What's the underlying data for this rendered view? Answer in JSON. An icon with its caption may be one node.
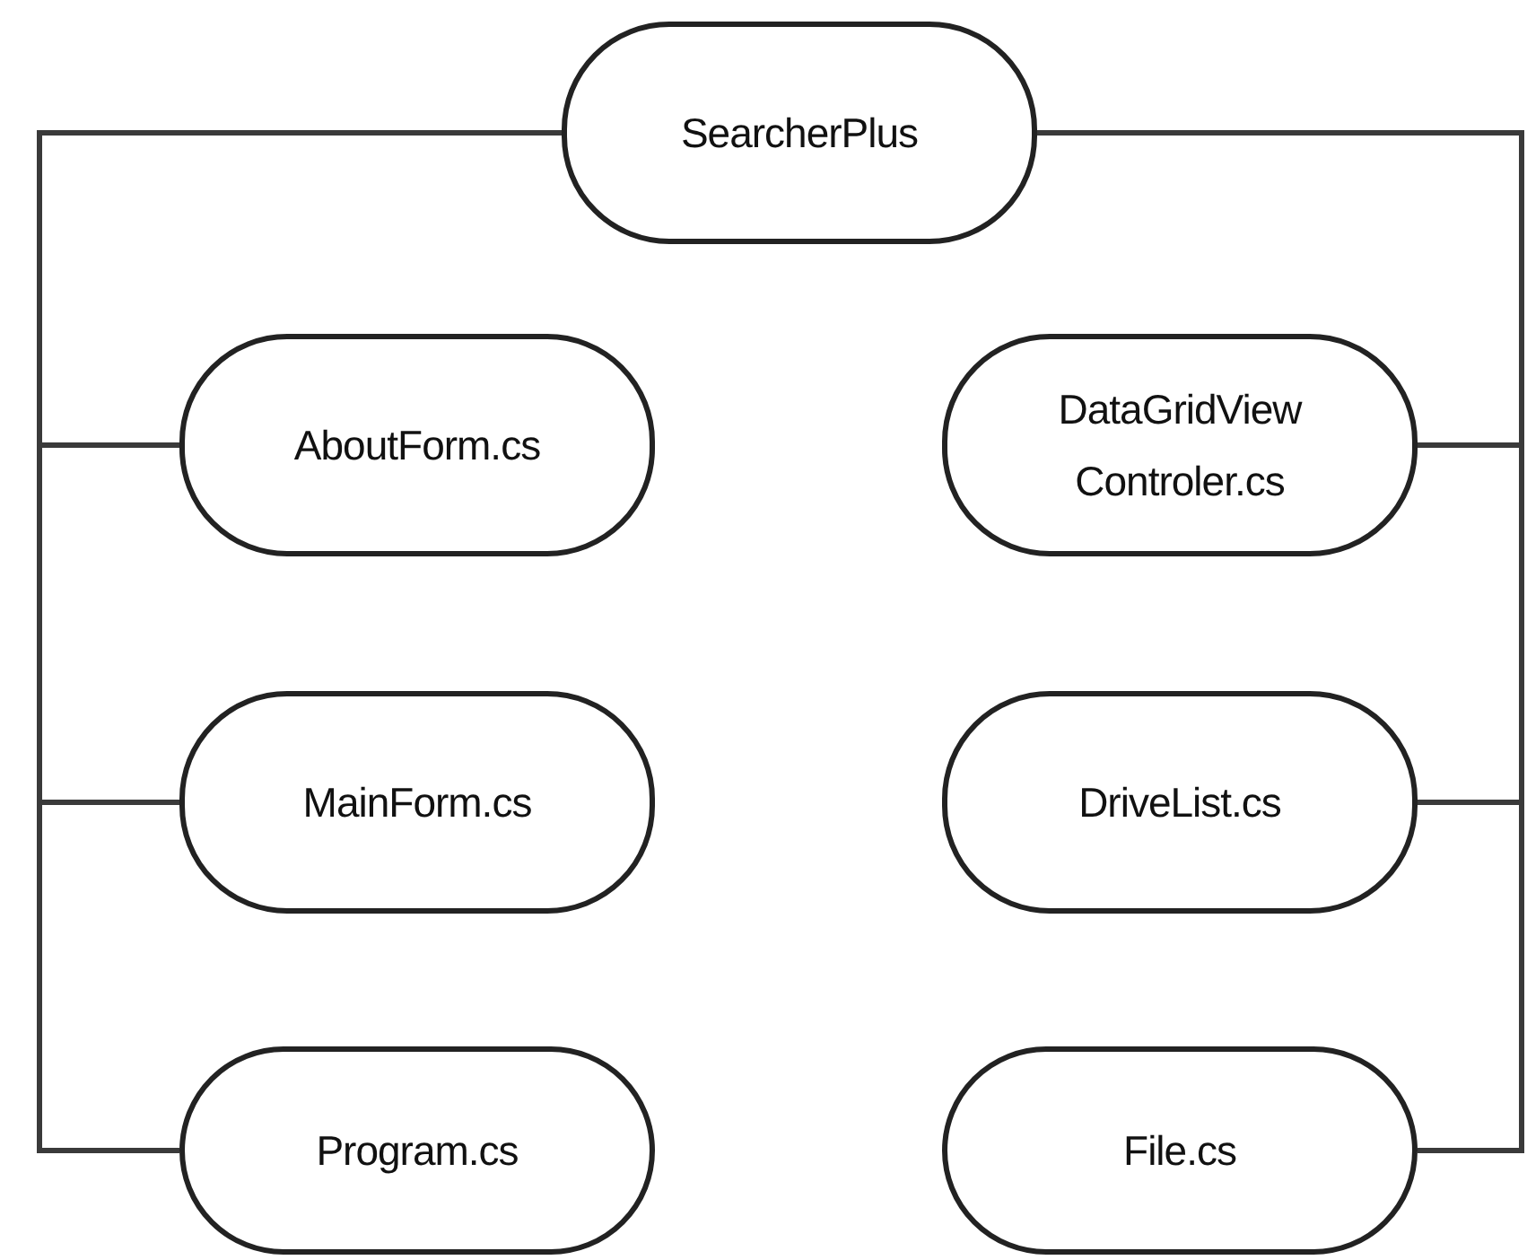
{
  "diagram": {
    "nodes": [
      {
        "text": [
          "SearcherPlus"
        ]
      },
      {
        "text": [
          "AboutForm.cs"
        ]
      },
      {
        "text": [
          "DataGridView Controler.cs"
        ]
      },
      {
        "text": [
          "MainForm.cs"
        ]
      },
      {
        "text": [
          "DriveList.cs"
        ]
      },
      {
        "text": [
          "Program.cs"
        ]
      },
      {
        "text": [
          "File.cs"
        ]
      }
    ],
    "edges": [
      {
        "from": 0,
        "to": 1,
        "arrow": "none"
      },
      {
        "from": 0,
        "to": 2,
        "arrow": "none"
      },
      {
        "from": 0,
        "to": 3,
        "arrow": "none"
      },
      {
        "from": 0,
        "to": 4,
        "arrow": "none"
      },
      {
        "from": 0,
        "to": 5,
        "arrow": "none"
      },
      {
        "from": 0,
        "to": 6,
        "arrow": "none"
      }
    ]
  }
}
